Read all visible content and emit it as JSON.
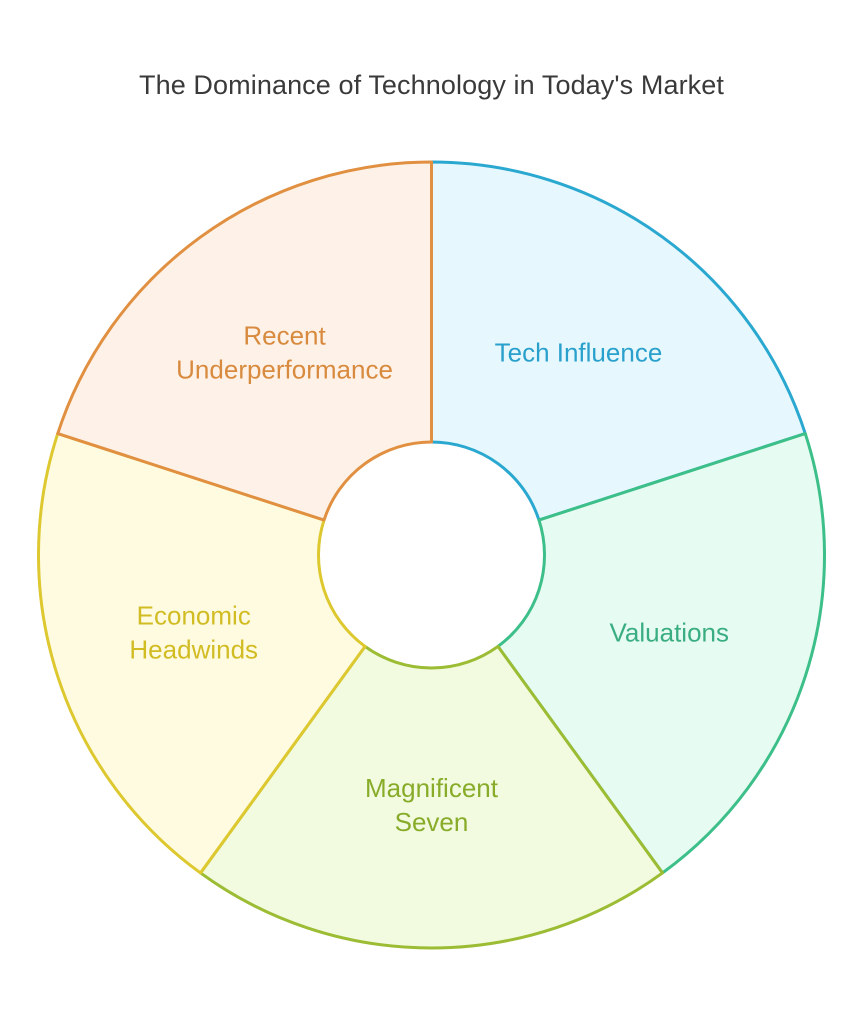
{
  "title": "The Dominance of Technology in Today's Market",
  "segments": [
    {
      "lines": [
        "Tech Influence"
      ],
      "stroke": "#2aa8d0",
      "fill": "#e6f8fd",
      "text": "#2aa0cc"
    },
    {
      "lines": [
        "Valuations"
      ],
      "stroke": "#3dbf8a",
      "fill": "#e6fbf1",
      "text": "#3aae82"
    },
    {
      "lines": [
        "Magnificent",
        "Seven"
      ],
      "stroke": "#9cbc34",
      "fill": "#f2fbdf",
      "text": "#88ac2a"
    },
    {
      "lines": [
        "Economic",
        "Headwinds"
      ],
      "stroke": "#ddc830",
      "fill": "#fffbe0",
      "text": "#d2bc24"
    },
    {
      "lines": [
        "Recent",
        "Underperformance"
      ],
      "stroke": "#e09040",
      "fill": "#fef2e8",
      "text": "#d88a3e"
    }
  ]
}
